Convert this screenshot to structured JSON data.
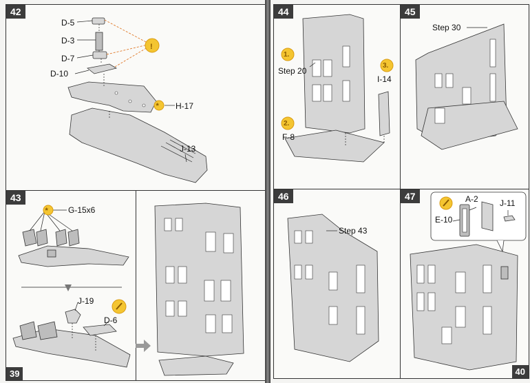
{
  "left_page": {
    "page_number": "39",
    "step42": {
      "number": "42",
      "labels": [
        "D-5",
        "D-3",
        "D-7",
        "D-10",
        "H-17",
        "J-13"
      ],
      "warn_icon": "exclamation-icon",
      "glue_icon": "asterisk-icon"
    },
    "step43": {
      "number": "43",
      "labels": [
        "G-15x6",
        "J-19",
        "D-6"
      ],
      "glue_icon": "asterisk-icon",
      "paint_icon": "brush-icon"
    }
  },
  "right_page": {
    "page_number": "40",
    "step44": {
      "number": "44",
      "labels": [
        "Step 20",
        "I-14",
        "F-8"
      ],
      "order_badges": [
        "1.",
        "2.",
        "3."
      ]
    },
    "step45": {
      "number": "45",
      "labels": [
        "Step 30"
      ]
    },
    "step46": {
      "number": "46",
      "labels": [
        "Step 43"
      ]
    },
    "step47": {
      "number": "47",
      "labels": [
        "A-2",
        "J-11",
        "E-10"
      ],
      "paint_icon": "brush-icon"
    }
  },
  "colors": {
    "badge": "#f4c531",
    "panel_bg": "#fafaf8",
    "part": "#d6d6d6",
    "leader_orange": "#e07a2a"
  }
}
